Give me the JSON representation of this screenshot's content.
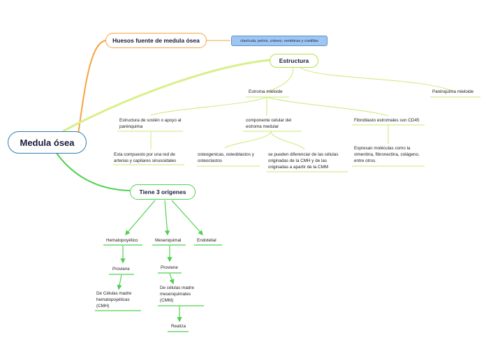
{
  "central": "Medula ósea",
  "huesos": {
    "title": "Huesos fuente de medula ósea",
    "detail": "clavícula, pelvis, cráneo, vertebras y costillas"
  },
  "estructura": {
    "title": "Estructura",
    "estroma": "Estroma mieloide",
    "parenquima": "Parénquima mieloide",
    "sosten": "Estructura de sostén o apoyo al parénquima",
    "compuesto": "Esta compuesto por una red de arterias y capilares sinusoidales",
    "componente": "componente celular del estroma medular",
    "osteo": "osteogenicas, osteoblastos y osteoclastos",
    "diferenciar": "se pueden diferenciar de las células originadas de la CMH y de las originadas a apartir de la CMM",
    "fibroblasto": "Fibroblasto estromales son CD45",
    "expresan": "Expresan moléculas como la vimentina, fibronectina, colágeno, entre otros."
  },
  "origenes": {
    "title": "Tiene 3 orígenes",
    "hemato": "Hematopoyético",
    "meso": "Mesenquimal",
    "endo": "Endotelial",
    "proviene1": "Proviene",
    "proviene2": "Proviene",
    "cmh": "De Células madre hematopoyéticas (CMH)",
    "cmm": "De células madre mesenquimales (CMM)",
    "realiza": "Realiza"
  },
  "colors": {
    "orange": "#f5a442",
    "lime": "#b8e04a",
    "green": "#4fd14f",
    "blue": "#2f7fb0",
    "tag": "#9ec6f2"
  }
}
